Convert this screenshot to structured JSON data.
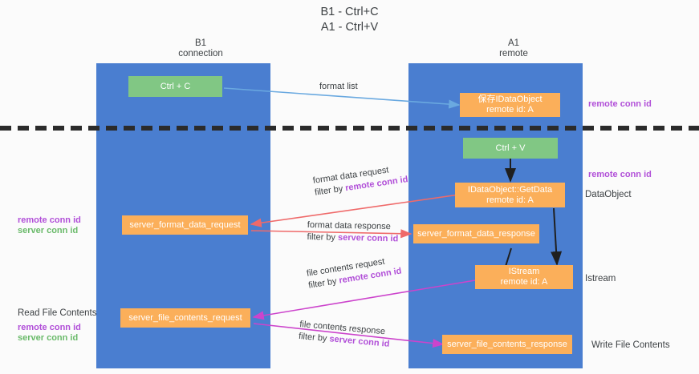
{
  "title": {
    "line1": "B1 - Ctrl+C",
    "line2": "A1 - Ctrl+V"
  },
  "columns": [
    {
      "name": "B1",
      "role": "connection"
    },
    {
      "name": "A1",
      "role": "remote"
    }
  ],
  "nodes": [
    {
      "id": "ctrl-c",
      "line1": "Ctrl + C",
      "line2": "",
      "color": "#81c784"
    },
    {
      "id": "save-idataobject",
      "line1": "保存IDataObject",
      "line2": "remote id: A",
      "color": "#fbaf5a"
    },
    {
      "id": "ctrl-v",
      "line1": "Ctrl + V",
      "line2": "",
      "color": "#81c784"
    },
    {
      "id": "getdata",
      "line1": "IDataObject::GetData",
      "line2": "remote id: A",
      "color": "#fbaf5a"
    },
    {
      "id": "server-format-data-request",
      "line1": "server_format_data_request",
      "line2": "",
      "color": "#fbaf5a"
    },
    {
      "id": "server-format-data-response",
      "line1": "server_format_data_response",
      "line2": "",
      "color": "#fbaf5a"
    },
    {
      "id": "istream",
      "line1": "IStream",
      "line2": "remote id: A",
      "color": "#fbaf5a"
    },
    {
      "id": "server-file-contents-request",
      "line1": "server_file_contents_request",
      "line2": "",
      "color": "#fbaf5a"
    },
    {
      "id": "server-file-contents-response",
      "line1": "server_file_contents_response",
      "line2": "",
      "color": "#fbaf5a"
    }
  ],
  "flows": [
    {
      "id": "format-list",
      "line1": "format list",
      "line2": "",
      "line2_hl": ""
    },
    {
      "id": "format-data-request",
      "line1": "format data request",
      "line2": "filter by ",
      "line2_hl": "remote conn id"
    },
    {
      "id": "format-data-response",
      "line1": "format data response",
      "line2": "filter by ",
      "line2_hl": "server conn id"
    },
    {
      "id": "file-contents-request",
      "line1": "file contents request",
      "line2": "filter by ",
      "line2_hl": "remote conn id"
    },
    {
      "id": "file-contents-response",
      "line1": "file contents response",
      "line2": "filter by ",
      "line2_hl": "server conn id"
    }
  ],
  "right_labels": [
    {
      "id": "remote-conn-id-top",
      "text": "remote conn id",
      "style": "purple"
    },
    {
      "id": "remote-conn-id-mid",
      "text": "remote conn id",
      "style": "purple"
    },
    {
      "id": "dataobject",
      "text": "DataObject",
      "style": "plain"
    },
    {
      "id": "istream-label",
      "text": "Istream",
      "style": "plain"
    },
    {
      "id": "write-file-contents",
      "text": "Write File Contents",
      "style": "plain"
    }
  ],
  "left_labels": [
    {
      "id": "remote-conn-id-left-1",
      "text": "remote conn id",
      "style": "purple"
    },
    {
      "id": "server-conn-id-left-1",
      "text": "server conn id",
      "style": "green"
    },
    {
      "id": "read-file-contents",
      "text": "Read File Contents",
      "style": "plain"
    },
    {
      "id": "remote-conn-id-left-2",
      "text": "remote conn id",
      "style": "purple"
    },
    {
      "id": "server-conn-id-left-2",
      "text": "server conn id",
      "style": "green"
    }
  ],
  "colors": {
    "lane": "#4a7ed0",
    "green_node": "#81c784",
    "orange_node": "#fbaf5a",
    "arrow_blue": "#6aa9e0",
    "arrow_red": "#ef6a6a",
    "arrow_magenta": "#cc44cc",
    "arrow_dark": "#1f1f1f",
    "highlight_purple": "#b14fd8",
    "highlight_green": "#6aba6a",
    "divider": "#2b2b2b"
  }
}
